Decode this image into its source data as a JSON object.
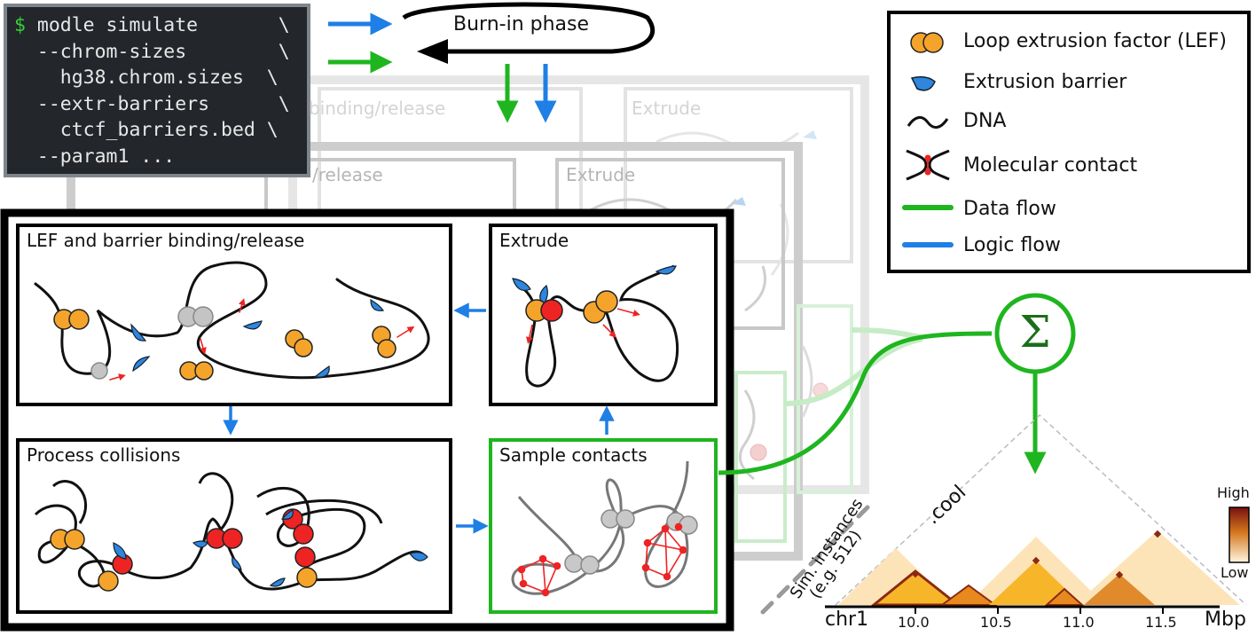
{
  "terminal": {
    "prompt_symbol": "$",
    "lines": [
      " modle simulate       \\",
      "  --chrom-sizes        \\",
      "    hg38.chrom.sizes  \\",
      "  --extr-barriers      \\",
      "    ctcf_barriers.bed \\",
      "  --param1 ..."
    ]
  },
  "burn_in": {
    "label": "Burn-in phase"
  },
  "steps": {
    "binding": "LEF and barrier binding/release",
    "extrude": "Extrude",
    "collisions": "Process collisions",
    "sample": "Sample contacts"
  },
  "ghost_steps": {
    "binding_back": "binding/release",
    "extrude_back": "Extrude",
    "binding_mid": "/release",
    "extrude_mid": "Extrude"
  },
  "legend": {
    "items": [
      {
        "label": "Loop extrusion factor (LEF)",
        "icon": "lef-icon"
      },
      {
        "label": "Extrusion barrier",
        "icon": "barrier-icon"
      },
      {
        "label": "DNA",
        "icon": "dna-icon"
      },
      {
        "label": "Molecular contact",
        "icon": "contact-icon"
      },
      {
        "label": "Data flow",
        "icon": "data-flow-line",
        "color": "#1fb51f"
      },
      {
        "label": "Logic flow",
        "icon": "logic-flow-line",
        "color": "#1e7fe6"
      }
    ]
  },
  "sum_symbol": "Σ",
  "heatmap": {
    "file_label": ".cool",
    "sim_label": "Sim. instances",
    "sim_sublabel": "(e.g. 512)",
    "chrom_label": "chr1",
    "unit_label": "Mbp",
    "ticks": [
      "10.0",
      "10.5",
      "11.0",
      "11.5"
    ],
    "colorbar_high": "High",
    "colorbar_low": "Low"
  },
  "colors": {
    "data_flow": "#1fb51f",
    "logic_flow": "#1e7fe6",
    "lef": "#f5a42b",
    "lef_active": "#ee2323",
    "barrier": "#2f86dc",
    "terminal_bg": "#23272b"
  }
}
